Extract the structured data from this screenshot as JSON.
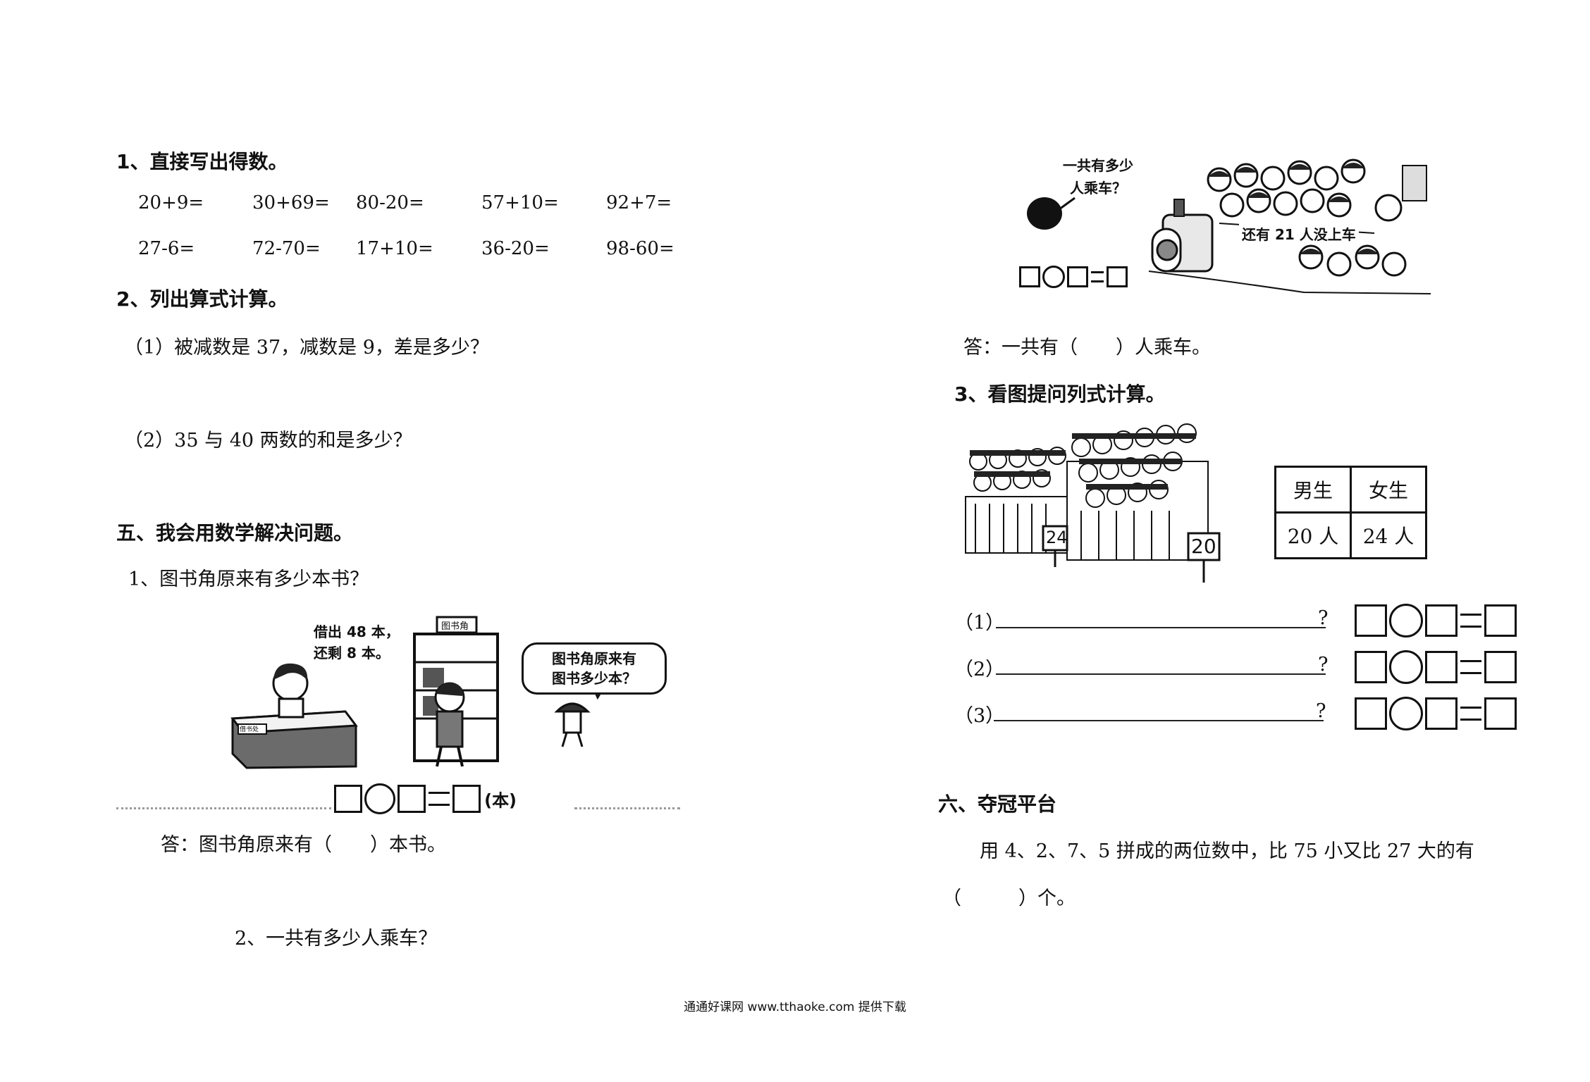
{
  "left": {
    "q1": {
      "title": "1、直接写出得数。",
      "row1": [
        "20+9=",
        "30+69=",
        "80-20=",
        "57+10=",
        "92+7="
      ],
      "row2": [
        "27-6=",
        "72-70=",
        "17+10=",
        "36-20=",
        "98-60="
      ]
    },
    "q2": {
      "title": "2、列出算式计算。",
      "p1": "（1）被减数是 37，减数是 9，差是多少？",
      "p2": "（2）35 与 40 两数的和是多少？"
    },
    "s5": {
      "title": "五、我会用数学解决问题。",
      "p1": "1、图书角原来有多少本书？",
      "speech1": [
        "借出 48 本，",
        "还剩 8 本。"
      ],
      "shelf_sign": "图书角",
      "speech2": [
        "图书角原来有",
        "图书多少本？"
      ],
      "desk_sign": "借书处",
      "unit": "(本)",
      "answer": "答：图书角原来有（　　）本书。",
      "p2": "2、一共有多少人乘车？"
    }
  },
  "right": {
    "train": {
      "speech": [
        "一共有多少",
        "人乘车？"
      ],
      "banner": "还有 21 人没上车",
      "answer": "答：一共有（　　）人乘车。"
    },
    "q3": {
      "title": "3、看图提问列式计算。",
      "sign_left": "24",
      "sign_right": "20",
      "table": {
        "h1": "男生",
        "h2": "女生",
        "v1": "20 人",
        "v2": "24 人"
      },
      "lines": [
        "（1）",
        "（2）",
        "（3）"
      ],
      "qmark": "?"
    },
    "s6": {
      "title": "六、夺冠平台",
      "line1": "用 4、2、7、5 拼成的两位数中，比 75 小又比 27 大的有",
      "line2": "（　　　）个。"
    }
  },
  "footer": "通通好课网  www.tthaoke.com  提供下载"
}
